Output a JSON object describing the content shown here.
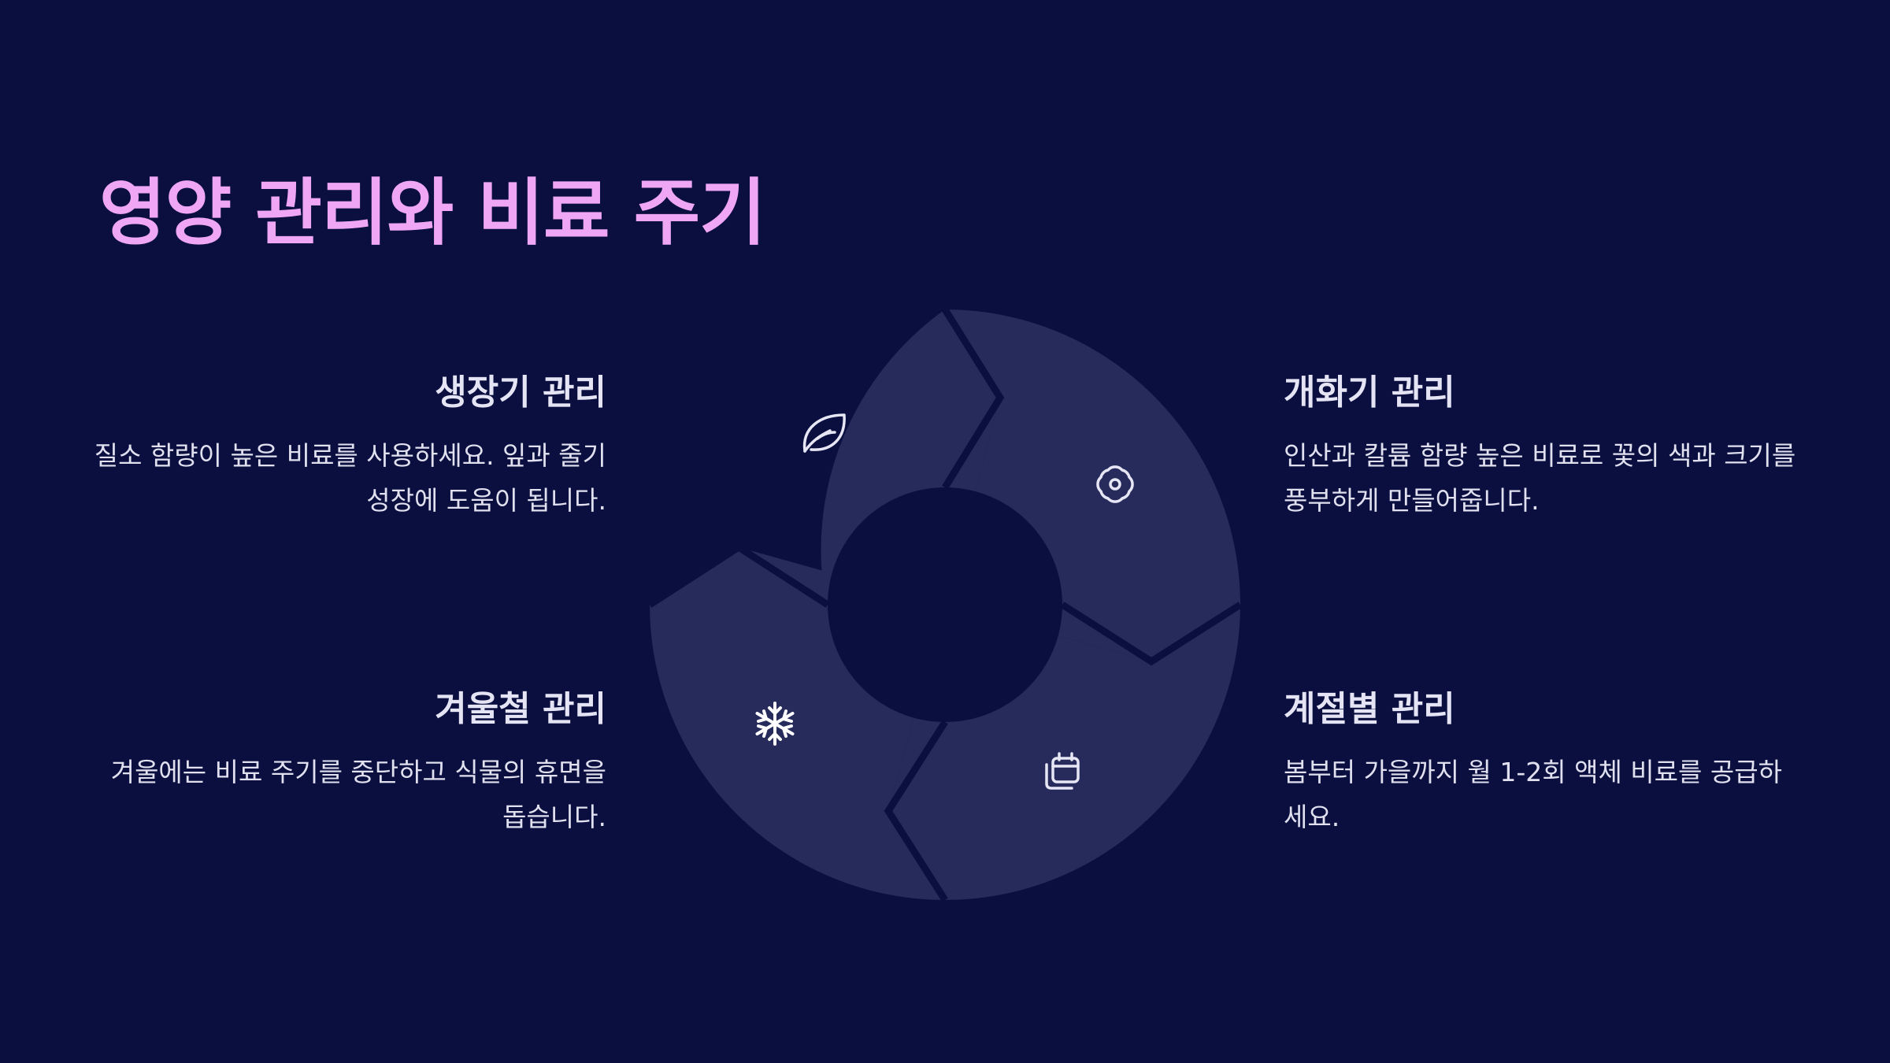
{
  "title": "영양 관리와 비료 주기",
  "colors": {
    "background": "#0a0f3f",
    "segment": "#272b5c",
    "accent_title": "#eea6f5",
    "text": "#e0e0ef"
  },
  "cycle": [
    {
      "heading": "생장기 관리",
      "body": "질소 함량이 높은 비료를 사용하세요. 잎과 줄기 성장에 도움이 됩니다.",
      "icon": "leaf-icon"
    },
    {
      "heading": "개화기 관리",
      "body": "인산과 칼륨 함량 높은 비료로 꽃의 색과 크기를 풍부하게 만들어줍니다.",
      "icon": "flower-icon"
    },
    {
      "heading": "계절별 관리",
      "body": "봄부터 가을까지 월 1-2회 액체 비료를 공급하세요.",
      "icon": "calendar-icon"
    },
    {
      "heading": "겨울철 관리",
      "body": "겨울에는 비료 주기를 중단하고 식물의 휴면을 돕습니다.",
      "icon": "snowflake-icon"
    }
  ]
}
